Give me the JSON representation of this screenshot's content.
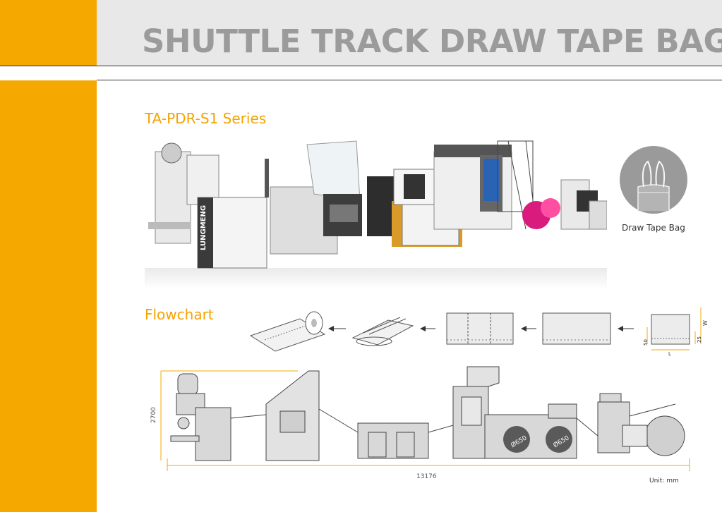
{
  "header": {
    "title": "SHUTTLE TRACK DRAW TAPE BAG ON R"
  },
  "series": {
    "title": "TA-PDR-S1  Series",
    "machine_brand": "LUNGMENG"
  },
  "product": {
    "label": "Draw Tape Bag"
  },
  "flowchart": {
    "title": "Flowchart",
    "dims": {
      "w": "W",
      "d25": "25",
      "d50": "50",
      "l": "L"
    }
  },
  "drawing": {
    "height": "2700",
    "length": "13176",
    "roll_dia_1": "Ø650",
    "roll_dia_2": "Ø650",
    "unit": "Unit: mm"
  },
  "colors": {
    "accent_orange": "#f5a800",
    "title_grey": "#9b9b9c",
    "band_grey": "#e8e8e9",
    "drawing_fill": "#d8d8d8",
    "dimension_line": "#f5a800"
  }
}
